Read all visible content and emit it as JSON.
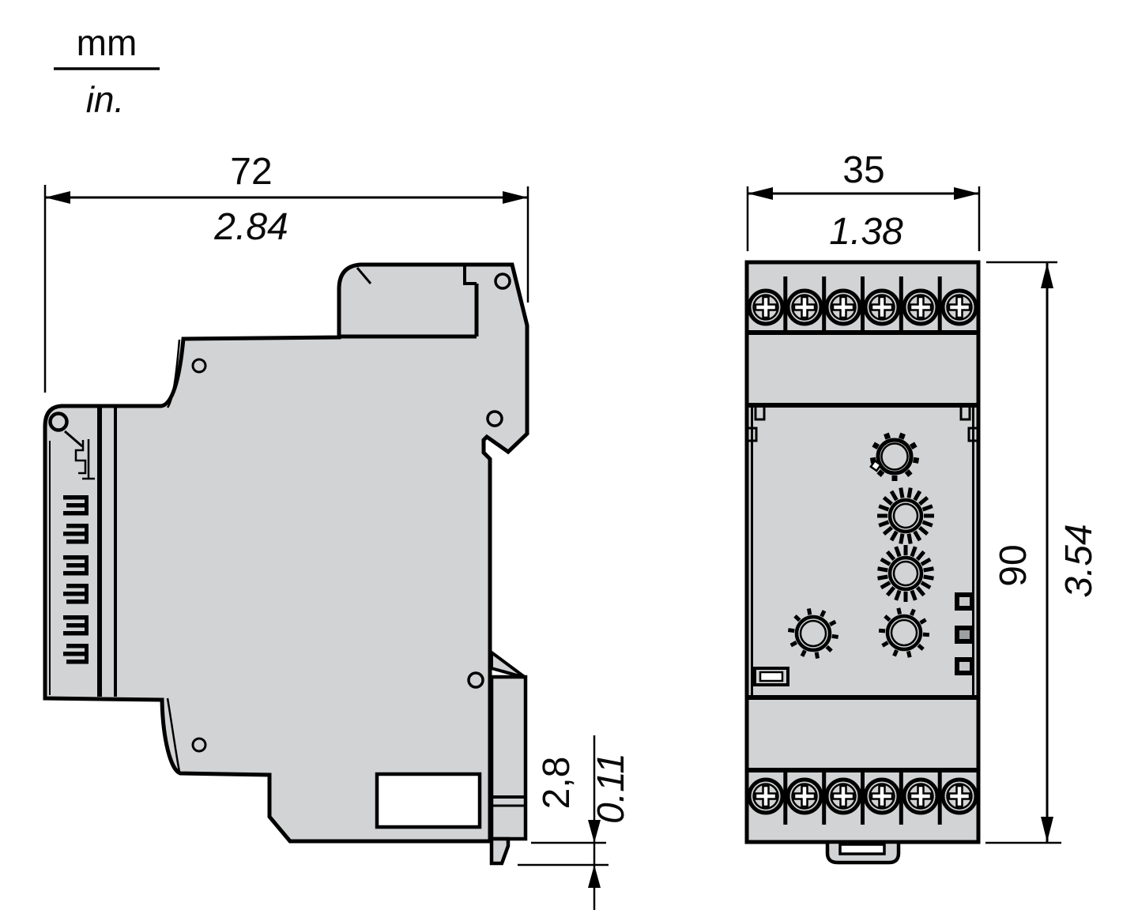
{
  "legend": {
    "metric_unit": "mm",
    "imperial_unit": "in."
  },
  "side_view": {
    "width": {
      "mm": "72",
      "inches": "2.84"
    },
    "rail_clip_travel": {
      "mm": "2,8",
      "inches": "0.11"
    }
  },
  "front_view": {
    "width": {
      "mm": "35",
      "inches": "1.38"
    },
    "height": {
      "mm": "90",
      "inches": "3.54"
    }
  },
  "colors": {
    "body_fill": "#d2d3d4",
    "outline": "#000000",
    "led_off": "#c6c8c9",
    "led_on": "#9da0a1",
    "background": "#ffffff"
  }
}
